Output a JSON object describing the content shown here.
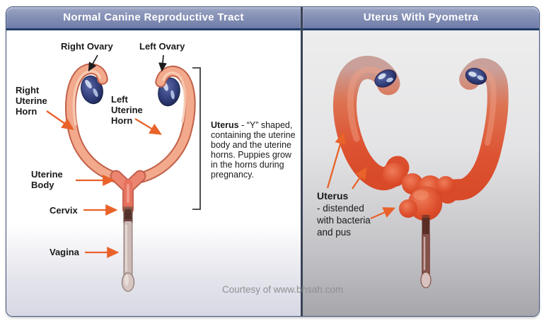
{
  "panels": {
    "left": {
      "title": "Normal Canine Reproductive Tract",
      "labels": {
        "right_ovary": "Right Ovary",
        "left_ovary": "Left Ovary",
        "right_uterine_horn": "Right\nUterine\nHorn",
        "left_uterine_horn": "Left\nUterine\nHorn",
        "uterine_body": "Uterine\nBody",
        "cervix": "Cervix",
        "vagina": "Vagina"
      },
      "note": {
        "lead": "Uterus",
        "body": " - “Y” shaped, containing the uterine body and the uterine horns. Puppies grow in the horns during pregnancy."
      }
    },
    "right": {
      "title": "Uterus With Pyometra",
      "label": {
        "lead": "Uterus",
        "body": "- distended\nwith bacteria\nand pus"
      }
    }
  },
  "courtesy": "Courtesy of www.bhsah.com",
  "colors": {
    "arrow_accent": "#e8622a",
    "header_top": "#9ba4c4",
    "header_bottom": "#6f7ca8",
    "frame_border": "#41567e",
    "ovary_navy": "#2b3768",
    "horn_salmon": "#f2a98c",
    "pyometra_red": "#dd4e2d"
  }
}
